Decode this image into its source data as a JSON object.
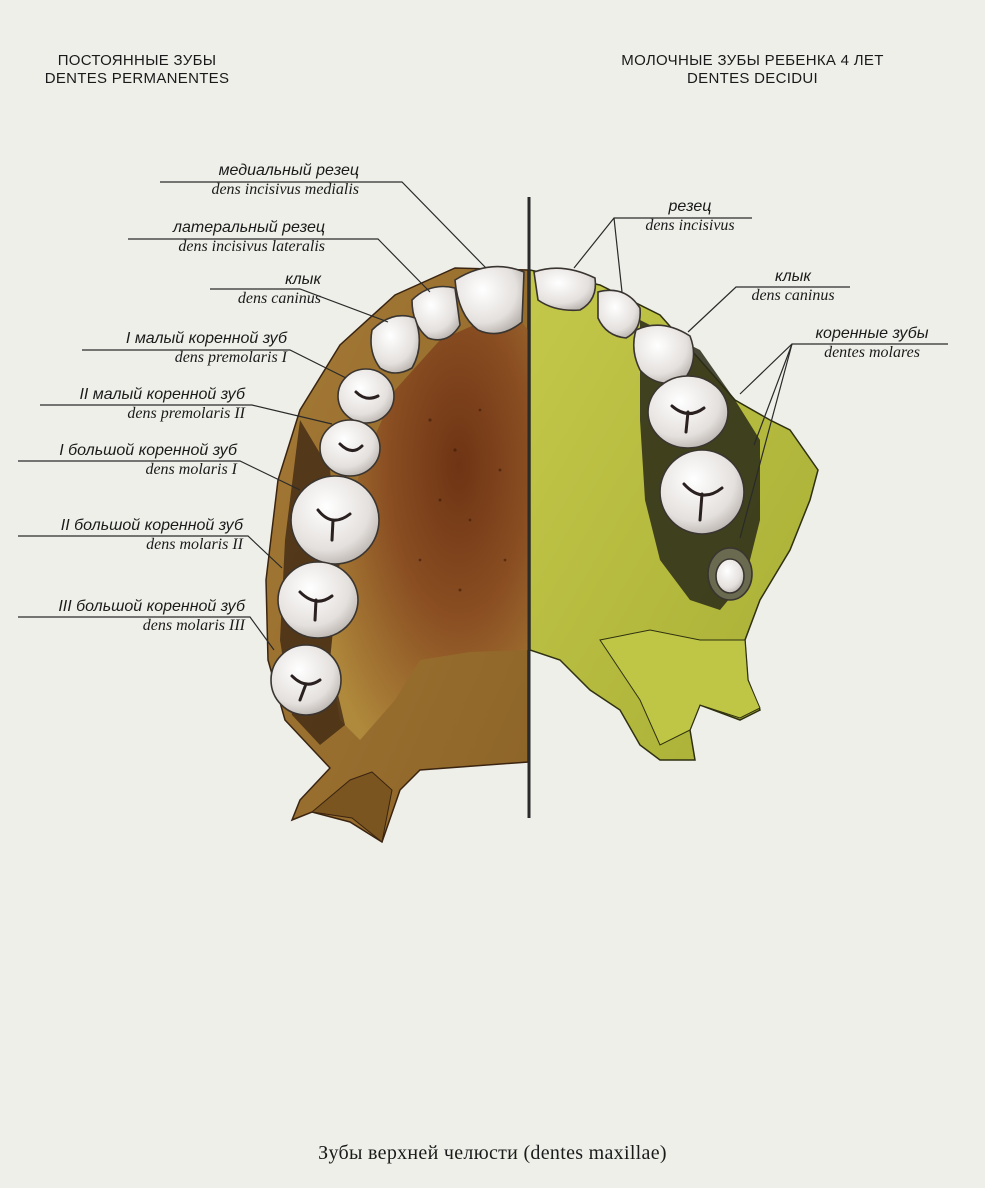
{
  "headers": {
    "left": {
      "line1": "ПОСТОЯННЫЕ ЗУБЫ",
      "line2": "DENTES PERMANENTES"
    },
    "right": {
      "line1": "МОЛОЧНЫЕ ЗУБЫ РЕБЕНКА 4 ЛЕТ",
      "line2": "DENTES DECIDUI"
    }
  },
  "permanent_labels": [
    {
      "ru": "медиальный резец",
      "la": "dens incisivus medialis"
    },
    {
      "ru": "латеральный резец",
      "la": "dens incisivus lateralis"
    },
    {
      "ru": "клык",
      "la": "dens caninus"
    },
    {
      "ru": "I малый коренной зуб",
      "la": "dens premolaris I"
    },
    {
      "ru": "II малый коренной зуб",
      "la": "dens premolaris II"
    },
    {
      "ru": "I большой коренной зуб",
      "la": "dens molaris I"
    },
    {
      "ru": "II большой коренной зуб",
      "la": "dens molaris II"
    },
    {
      "ru": "III большой коренной зуб",
      "la": "dens molaris III"
    }
  ],
  "deciduous_labels": [
    {
      "ru": "резец",
      "la": "dens incisivus"
    },
    {
      "ru": "клык",
      "la": "dens caninus"
    },
    {
      "ru": "коренные зубы",
      "la": "dentes molares"
    }
  ],
  "caption": "Зубы верхней челюсти (dentes maxillae)",
  "colors": {
    "background": "#efefea",
    "permanent_bone": "#9a6a2e",
    "deciduous_bone": "#b6bd3c",
    "tooth": "#ece8e4",
    "midline": "#2a2a2a"
  }
}
